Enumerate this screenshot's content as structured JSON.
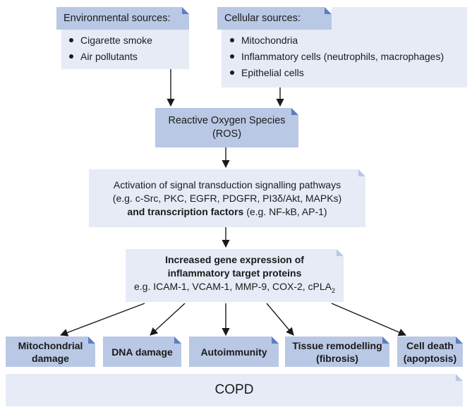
{
  "environmental": {
    "title": "Environmental sources:",
    "items": [
      "Cigarette smoke",
      "Air pollutants"
    ]
  },
  "cellular": {
    "title": "Cellular sources:",
    "items": [
      "Mitochondria",
      "Inflammatory cells (neutrophils, macrophages)",
      "Epithelial cells"
    ]
  },
  "ros": {
    "line1": "Reactive Oxygen Species",
    "line2": "(ROS)"
  },
  "activation": {
    "line1": "Activation of signal transduction signalling pathways",
    "line2": "(e.g. c-Src, PKC, EGFR, PDGFR, PI3δ/Akt, MAPKs)",
    "line3_bold": "and transcription factors",
    "line3_rest": " (e.g. NF-kB, AP-1)"
  },
  "expression": {
    "line1": "Increased gene expression of",
    "line2": "inflammatory target proteins",
    "line3": "e.g. ICAM-1, VCAM-1, MMP-9, COX-2, cPLA",
    "line3_sub": "2"
  },
  "outcomes": [
    {
      "line1": "Mitochondrial",
      "line2": "damage"
    },
    {
      "line1": "DNA damage",
      "line2": ""
    },
    {
      "line1": "Autoimmunity",
      "line2": ""
    },
    {
      "line1": "Tissue remodelling",
      "line2": "(fibrosis)"
    },
    {
      "line1": "Cell death",
      "line2": "(apoptosis)"
    }
  ],
  "copd": "COPD",
  "colors": {
    "box_dark": "#b9c8e4",
    "box_light": "#e6ebf6",
    "fold_accent": "#5c7fc4",
    "arrow": "#1a1a1a"
  }
}
